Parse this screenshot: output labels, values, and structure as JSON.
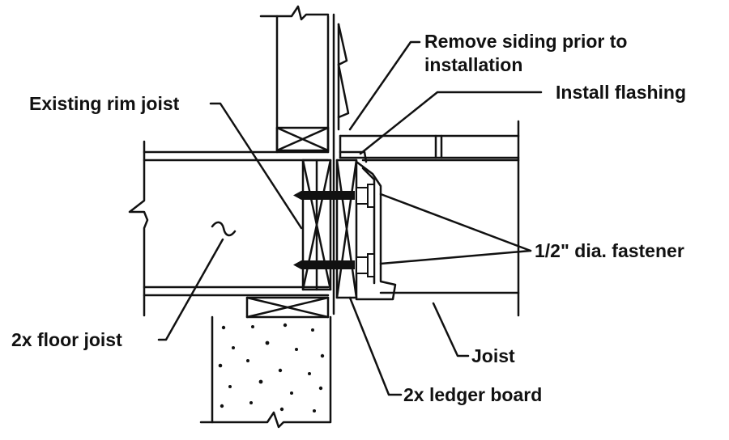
{
  "labels": {
    "remove_siding": [
      "Remove siding prior to",
      "installation"
    ],
    "install_flashing": "Install flashing",
    "existing_rim_joist": "Existing rim joist",
    "fastener": "1/2\" dia. fastener",
    "floor_joist": "2x floor joist",
    "joist": "Joist",
    "ledger_board": "2x ledger board"
  },
  "colors": {
    "line": "#111111",
    "background": "#ffffff"
  }
}
